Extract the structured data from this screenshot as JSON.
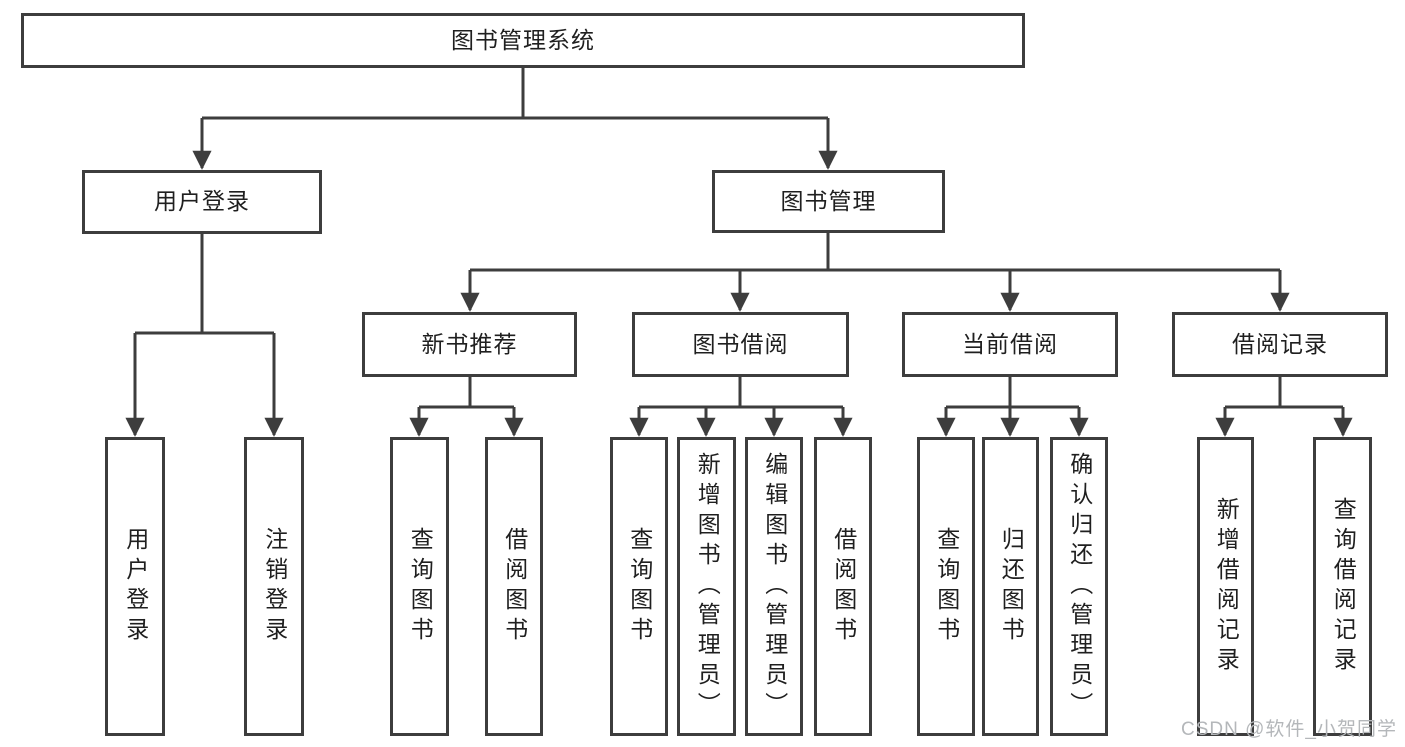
{
  "diagram": {
    "root": {
      "label": "图书管理系统"
    },
    "level2": [
      {
        "label": "用户登录"
      },
      {
        "label": "图书管理"
      }
    ],
    "level3": [
      {
        "label": "新书推荐"
      },
      {
        "label": "图书借阅"
      },
      {
        "label": "当前借阅"
      },
      {
        "label": "借阅记录"
      }
    ],
    "leaves": {
      "user_login": [
        {
          "label": "用户登录"
        },
        {
          "label": "注销登录"
        }
      ],
      "new_book_recommend": [
        {
          "label": "查询图书"
        },
        {
          "label": "借阅图书"
        }
      ],
      "book_borrow": [
        {
          "label": "查询图书"
        },
        {
          "label": "新增图书（管理员）"
        },
        {
          "label": "编辑图书（管理员）"
        },
        {
          "label": "借阅图书"
        }
      ],
      "current_borrow": [
        {
          "label": "查询图书"
        },
        {
          "label": "归还图书"
        },
        {
          "label": "确认归还（管理员）"
        }
      ],
      "borrow_records": [
        {
          "label": "新增借阅记录"
        },
        {
          "label": "查询借阅记录"
        }
      ]
    },
    "watermark": "CSDN @软件_小贺同学",
    "colors": {
      "line": "#3d3d3d",
      "text": "#1f1f1f",
      "background": "#ffffff",
      "watermark": "#b4b7ba"
    }
  }
}
